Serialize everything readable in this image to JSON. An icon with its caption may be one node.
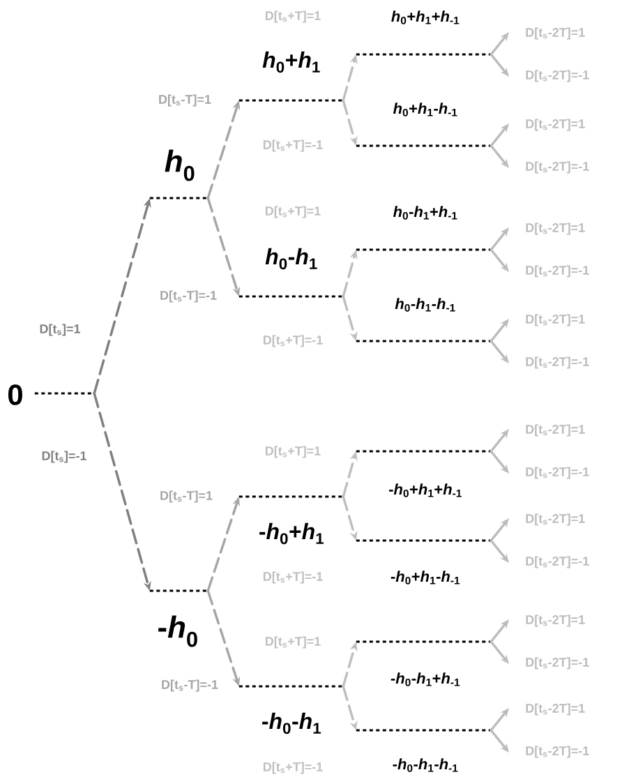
{
  "diagram": {
    "nodes": [
      {
        "text": [
          "0"
        ]
      },
      {
        "text": [
          "*h*$_{0}$"
        ]
      },
      {
        "text": [
          "-*h*$_{0}$"
        ]
      },
      {
        "text": [
          "*h*$_{0}$+*h*$_{1}$"
        ]
      },
      {
        "text": [
          "*h*$_{0}$-*h*$_{1}$"
        ]
      },
      {
        "text": [
          "-*h*$_{0}$+*h*$_{1}$"
        ]
      },
      {
        "text": [
          "-*h*$_{0}$-*h*$_{1}$"
        ]
      },
      {
        "text": [
          "*h*$_{0}$+*h*$_{1}$+*h*$_{-1}$"
        ]
      },
      {
        "text": [
          "*h*$_{0}$+*h*$_{1}$-*h*$_{-1}$"
        ]
      },
      {
        "text": [
          "*h*$_{0}$-*h*$_{1}$+*h*$_{-1}$"
        ]
      },
      {
        "text": [
          "*h*$_{0}$-*h*$_{1}$-*h*$_{-1}$"
        ]
      },
      {
        "text": [
          "-*h*$_{0}$+*h*$_{1}$+*h*$_{-1}$"
        ]
      },
      {
        "text": [
          "-*h*$_{0}$+*h*$_{1}$-*h*$_{-1}$"
        ]
      },
      {
        "text": [
          "-*h*$_{0}$-*h*$_{1}$+*h*$_{-1}$"
        ]
      },
      {
        "text": [
          "-*h*$_{0}$-*h*$_{1}$-*h*$_{-1}$"
        ]
      }
    ],
    "edges": [
      {
        "from": 0,
        "to": 1,
        "arrow": "to",
        "label": "D[t$_{s}$]=1",
        "style": "dashed",
        "color": "#808080"
      },
      {
        "from": 0,
        "to": 2,
        "arrow": "to",
        "label": "D[t$_{s}$]=-1",
        "style": "dashed",
        "color": "#808080"
      },
      {
        "from": 1,
        "to": 3,
        "arrow": "to",
        "label": "D[t$_{s}$-T]=1",
        "style": "dashed",
        "color": "#a6a6a6"
      },
      {
        "from": 1,
        "to": 4,
        "arrow": "to",
        "label": "D[t$_{s}$-T]=-1",
        "style": "dashed",
        "color": "#a6a6a6"
      },
      {
        "from": 2,
        "to": 5,
        "arrow": "to",
        "label": "D[t$_{s}$-T]=1",
        "style": "dashed",
        "color": "#a6a6a6"
      },
      {
        "from": 2,
        "to": 6,
        "arrow": "to",
        "label": "D[t$_{s}$-T]=-1",
        "style": "dashed",
        "color": "#a6a6a6"
      },
      {
        "from": 3,
        "to": 7,
        "arrow": "to",
        "label": "D[t$_{s}$+T]=1",
        "style": "dashed",
        "color": "#bfbfbf"
      },
      {
        "from": 3,
        "to": 8,
        "arrow": "to",
        "label": "D[t$_{s}$+T]=-1",
        "style": "dashed",
        "color": "#bfbfbf"
      },
      {
        "from": 4,
        "to": 9,
        "arrow": "to",
        "label": "D[t$_{s}$+T]=1",
        "style": "dashed",
        "color": "#bfbfbf"
      },
      {
        "from": 4,
        "to": 10,
        "arrow": "to",
        "label": "D[t$_{s}$+T]=-1",
        "style": "dashed",
        "color": "#bfbfbf"
      },
      {
        "from": 5,
        "to": 11,
        "arrow": "to",
        "label": "D[t$_{s}$+T]=1",
        "style": "dashed",
        "color": "#bfbfbf"
      },
      {
        "from": 5,
        "to": 12,
        "arrow": "to",
        "label": "D[t$_{s}$+T]=-1",
        "style": "dashed",
        "color": "#bfbfbf"
      },
      {
        "from": 6,
        "to": 13,
        "arrow": "to",
        "label": "D[t$_{s}$+T]=1",
        "style": "dashed",
        "color": "#bfbfbf"
      },
      {
        "from": 6,
        "to": 14,
        "arrow": "to",
        "label": "D[t$_{s}$+T]=-1",
        "style": "dashed",
        "color": "#bfbfbf"
      },
      {
        "from": 7,
        "to": null,
        "arrow": "to",
        "label": "D[t$_{s}$-2T]=1"
      },
      {
        "from": 7,
        "to": null,
        "arrow": "to",
        "label": "D[t$_{s}$-2T]=-1"
      },
      {
        "from": 8,
        "to": null,
        "arrow": "to",
        "label": "D[t$_{s}$-2T]=1"
      },
      {
        "from": 8,
        "to": null,
        "arrow": "to",
        "label": "D[t$_{s}$-2T]=-1"
      },
      {
        "from": 9,
        "to": null,
        "arrow": "to",
        "label": "D[t$_{s}$-2T]=1"
      },
      {
        "from": 9,
        "to": null,
        "arrow": "to",
        "label": "D[t$_{s}$-2T]=-1"
      },
      {
        "from": 10,
        "to": null,
        "arrow": "to",
        "label": "D[t$_{s}$-2T]=1"
      },
      {
        "from": 10,
        "to": null,
        "arrow": "to",
        "label": "D[t$_{s}$-2T]=-1"
      },
      {
        "from": 11,
        "to": null,
        "arrow": "to",
        "label": "D[t$_{s}$-2T]=1"
      },
      {
        "from": 11,
        "to": null,
        "arrow": "to",
        "label": "D[t$_{s}$-2T]=-1"
      },
      {
        "from": 12,
        "to": null,
        "arrow": "to",
        "label": "D[t$_{s}$-2T]=1"
      },
      {
        "from": 12,
        "to": null,
        "arrow": "to",
        "label": "D[t$_{s}$-2T]=-1"
      },
      {
        "from": 13,
        "to": null,
        "arrow": "to",
        "label": "D[t$_{s}$-2T]=1"
      },
      {
        "from": 13,
        "to": null,
        "arrow": "to",
        "label": "D[t$_{s}$-2T]=-1"
      },
      {
        "from": 14,
        "to": null,
        "arrow": "to",
        "label": "D[t$_{s}$-2T]=1"
      },
      {
        "from": 14,
        "to": null,
        "arrow": "to",
        "label": "D[t$_{s}$-2T]=-1"
      }
    ]
  }
}
